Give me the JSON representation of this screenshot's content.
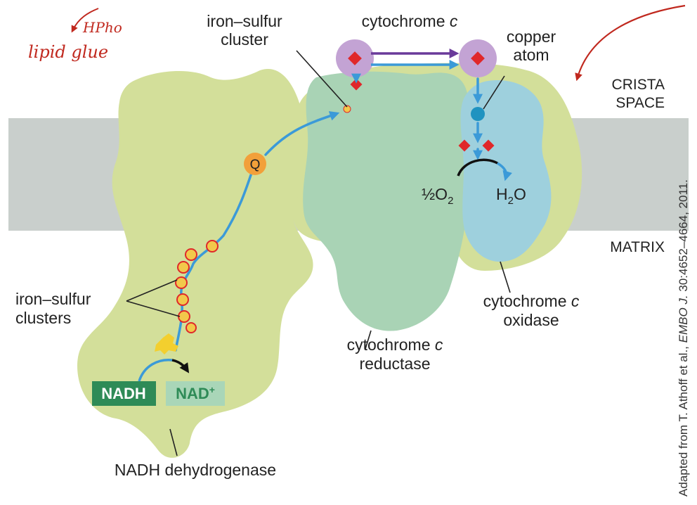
{
  "annotations": {
    "note_line1": "HPho",
    "note_line2": "lipid glue"
  },
  "regions": {
    "crista_line1": "CRISTA",
    "crista_line2": "SPACE",
    "matrix": "MATRIX"
  },
  "labels": {
    "iron_sulfur_cluster_line1": "iron–sulfur",
    "iron_sulfur_cluster_line2": "cluster",
    "cytochrome_c": "cytochrome",
    "cytochrome_c_italic": "c",
    "copper_line1": "copper",
    "copper_line2": "atom",
    "iron_sulfur_clusters_line1": "iron–sulfur",
    "iron_sulfur_clusters_line2": "clusters",
    "reductase_line1": "cytochrome",
    "reductase_line1_italic": "c",
    "reductase_line2": "reductase",
    "oxidase_line1": "cytochrome",
    "oxidase_line1_italic": "c",
    "oxidase_line2": "oxidase",
    "nadh_dehydrogenase": "NADH dehydrogenase",
    "q": "Q",
    "half": "½O",
    "two": "2",
    "h": "H",
    "h2o_two": "2",
    "o": "O"
  },
  "boxes": {
    "nadh": "NADH",
    "nad_base": "NAD",
    "nad_sup": "+"
  },
  "credit": {
    "prefix": "Adapted from T. Athoff et al., ",
    "journal": "EMBO J.",
    "suffix": " 30:4652–4664, 2011."
  },
  "colors": {
    "membrane": "#c9cfcc",
    "nadh_dehydrogenase": "#d3df9a",
    "cytochrome_reductase": "#a9d3b5",
    "cytochrome_oxidase": "#9ed0dd",
    "cytochrome_c": "#c3a3d4",
    "electron_flow": "#3b9ad8",
    "purple_arrow": "#6a3a9a",
    "heme": "#e0282a",
    "quinone": "#f2a03a",
    "copper": "#1f93c0",
    "nadh_box": "#2e8b57",
    "nad_box": "#a9d6b8",
    "annotation_ink": "#c0281e"
  }
}
